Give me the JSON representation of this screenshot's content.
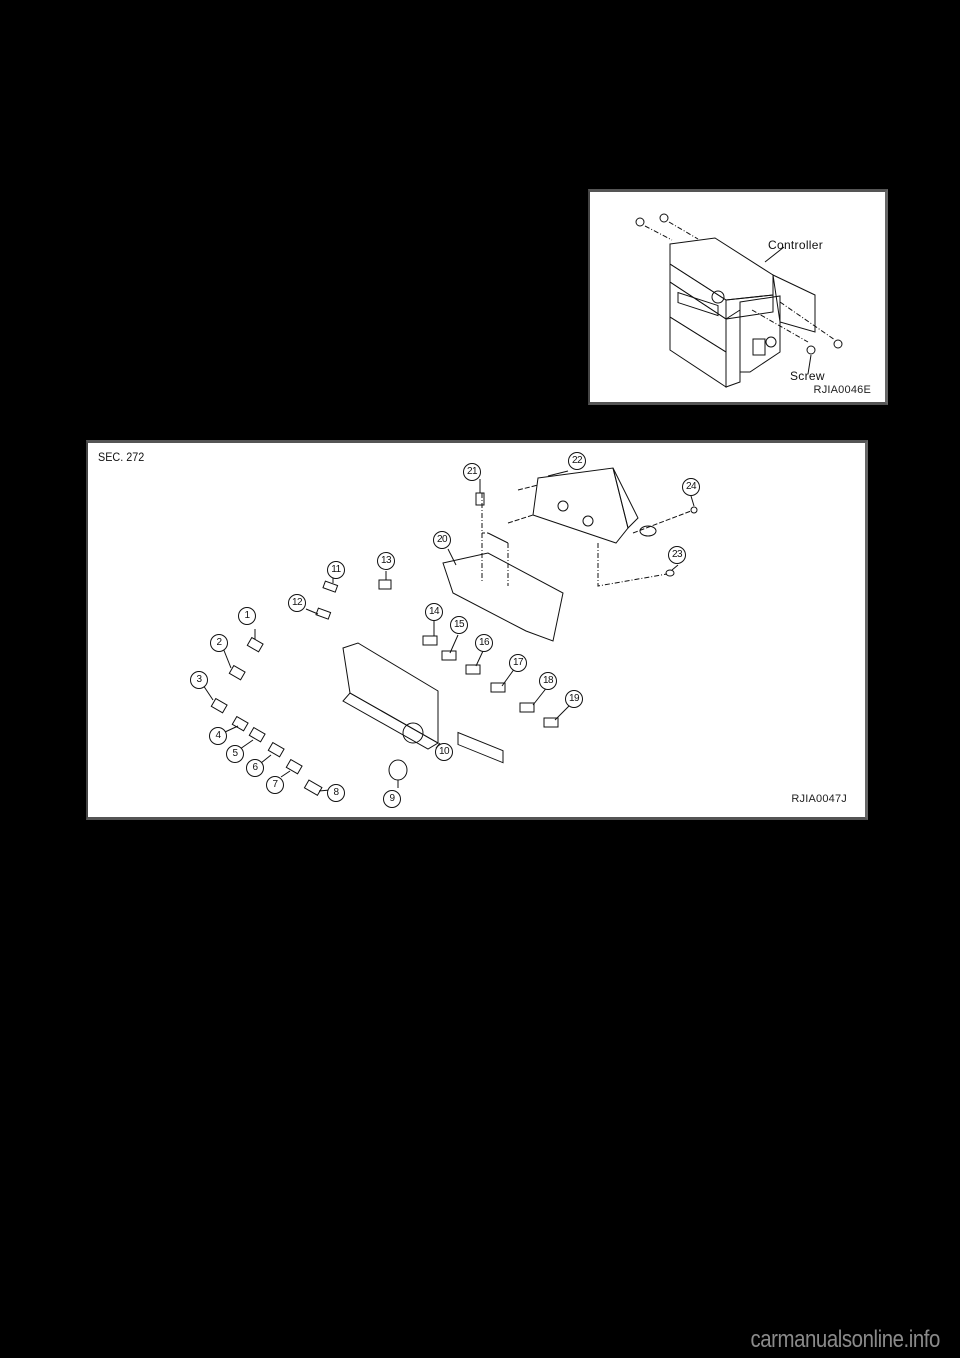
{
  "figures": {
    "controller": {
      "code": "RJIA0046E",
      "labels": {
        "controller": "Controller",
        "screw": "Screw"
      }
    },
    "exploded": {
      "section": "SEC. 272",
      "code": "RJIA0047J",
      "callouts": [
        "1",
        "2",
        "3",
        "4",
        "5",
        "6",
        "7",
        "8",
        "9",
        "10",
        "11",
        "12",
        "13",
        "14",
        "15",
        "16",
        "17",
        "18",
        "19",
        "20",
        "21",
        "22",
        "23",
        "24"
      ]
    }
  },
  "watermark": "carmanualsonline.info"
}
